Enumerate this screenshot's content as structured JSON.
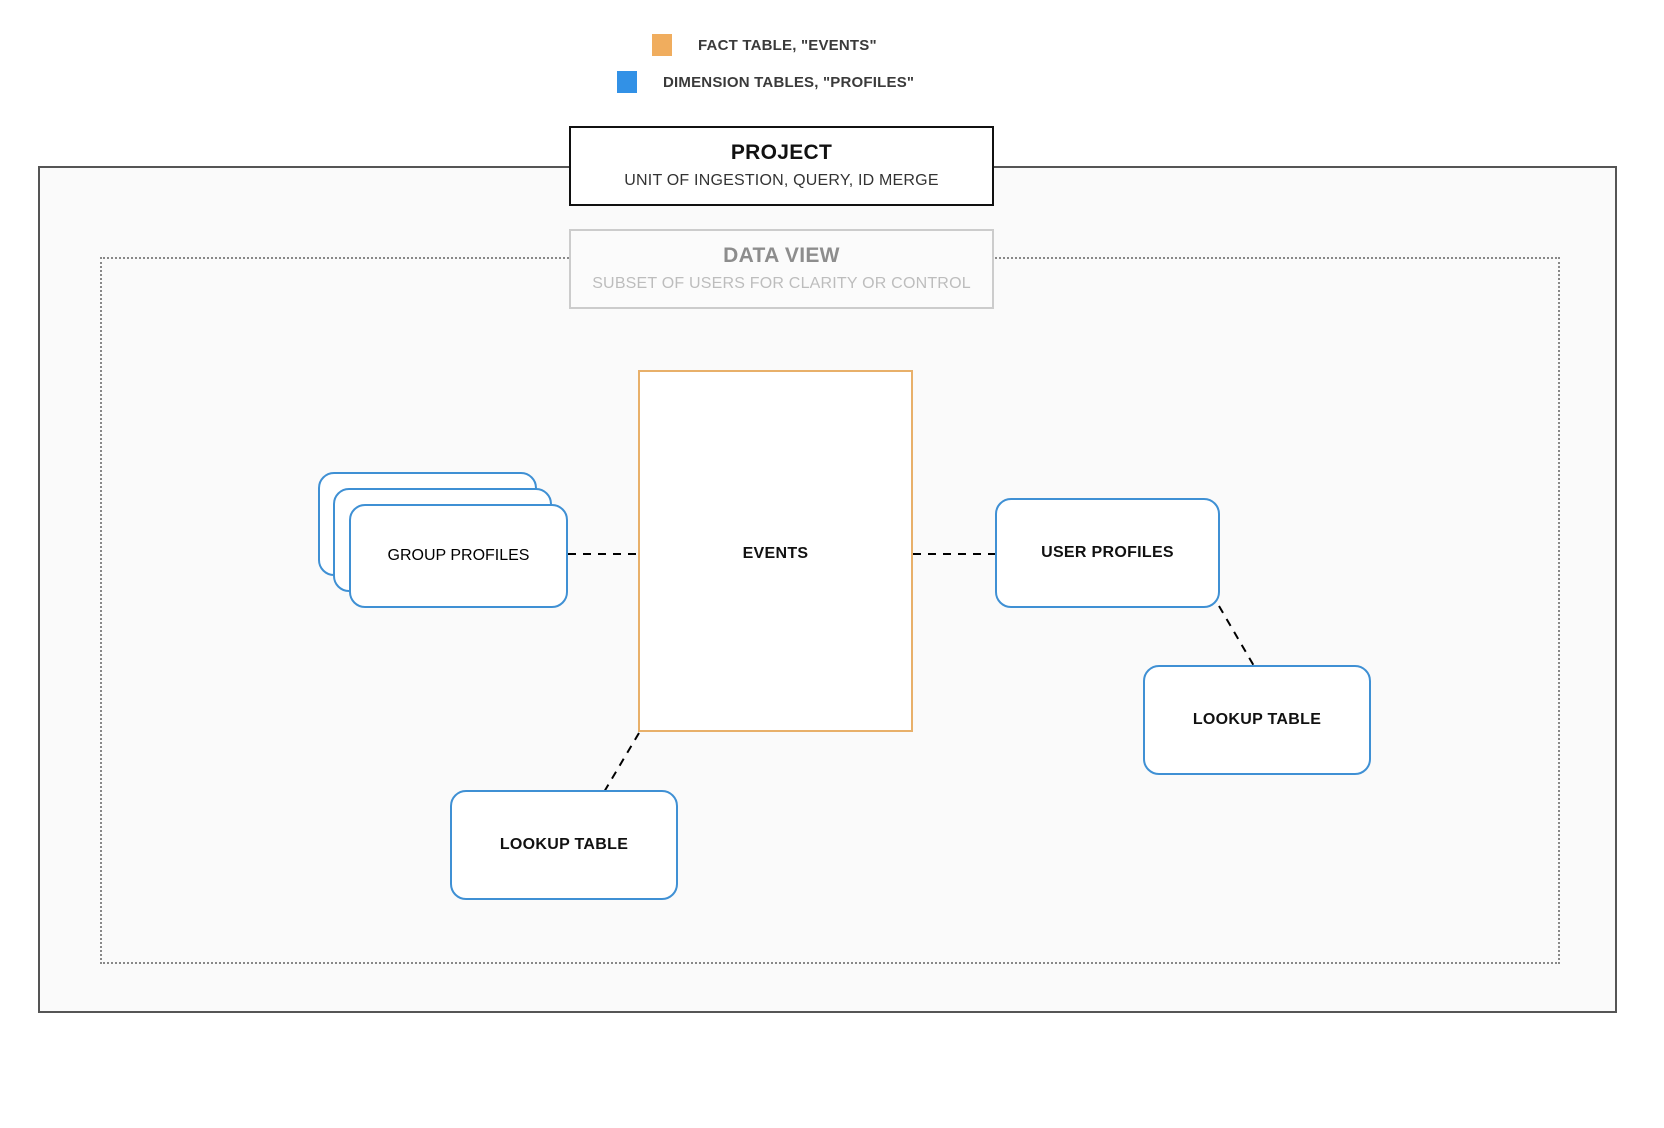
{
  "legend": {
    "items": [
      {
        "label": "FACT TABLE, \"EVENTS\"",
        "color": "#f0ad5e",
        "icon": "orange-square-swatch"
      },
      {
        "label": "DIMENSION TABLES, \"PROFILES\"",
        "color": "#3291e6",
        "icon": "blue-square-swatch"
      }
    ]
  },
  "project": {
    "title": "PROJECT",
    "subtitle": "UNIT OF INGESTION, QUERY, ID MERGE",
    "border_color": "#111111"
  },
  "data_view": {
    "title": "DATA VIEW",
    "subtitle": "SUBSET OF USERS FOR CLARITY OR CONTROL",
    "border_color": "#cccccc",
    "text_color": "#bdbdbd"
  },
  "nodes": {
    "events": {
      "label": "EVENTS",
      "type": "fact-table",
      "border_color": "#e8b06a"
    },
    "group_profiles": {
      "label": "GROUP PROFILES",
      "type": "dimension-table-stack",
      "stack_count": 3,
      "border_color": "#3f90d4"
    },
    "user_profiles": {
      "label": "USER PROFILES",
      "type": "dimension-table",
      "border_color": "#3f90d4"
    },
    "lookup_left": {
      "label": "LOOKUP TABLE",
      "type": "dimension-table",
      "border_color": "#3f90d4"
    },
    "lookup_right": {
      "label": "LOOKUP TABLE",
      "type": "dimension-table",
      "border_color": "#3f90d4"
    }
  },
  "connections": [
    {
      "from": "group_profiles",
      "to": "events",
      "style": "dashed"
    },
    {
      "from": "events",
      "to": "user_profiles",
      "style": "dashed"
    },
    {
      "from": "events",
      "to": "lookup_left",
      "style": "dashed"
    },
    {
      "from": "user_profiles",
      "to": "lookup_right",
      "style": "dashed"
    }
  ],
  "chart_data": {
    "type": "diagram",
    "title": "PROJECT",
    "subtitle": "UNIT OF INGESTION, QUERY, ID MERGE",
    "containers": [
      {
        "name": "PROJECT",
        "caption": "UNIT OF INGESTION, QUERY, ID MERGE",
        "border": "solid"
      },
      {
        "name": "DATA VIEW",
        "caption": "SUBSET OF USERS FOR CLARITY OR CONTROL",
        "border": "dotted"
      }
    ],
    "legend": [
      "FACT TABLE, \"EVENTS\"",
      "DIMENSION TABLES, \"PROFILES\""
    ],
    "nodes": [
      "EVENTS",
      "GROUP PROFILES",
      "USER PROFILES",
      "LOOKUP TABLE",
      "LOOKUP TABLE"
    ],
    "edges": [
      [
        "GROUP PROFILES",
        "EVENTS"
      ],
      [
        "EVENTS",
        "USER PROFILES"
      ],
      [
        "EVENTS",
        "LOOKUP TABLE"
      ],
      [
        "USER PROFILES",
        "LOOKUP TABLE"
      ]
    ]
  }
}
